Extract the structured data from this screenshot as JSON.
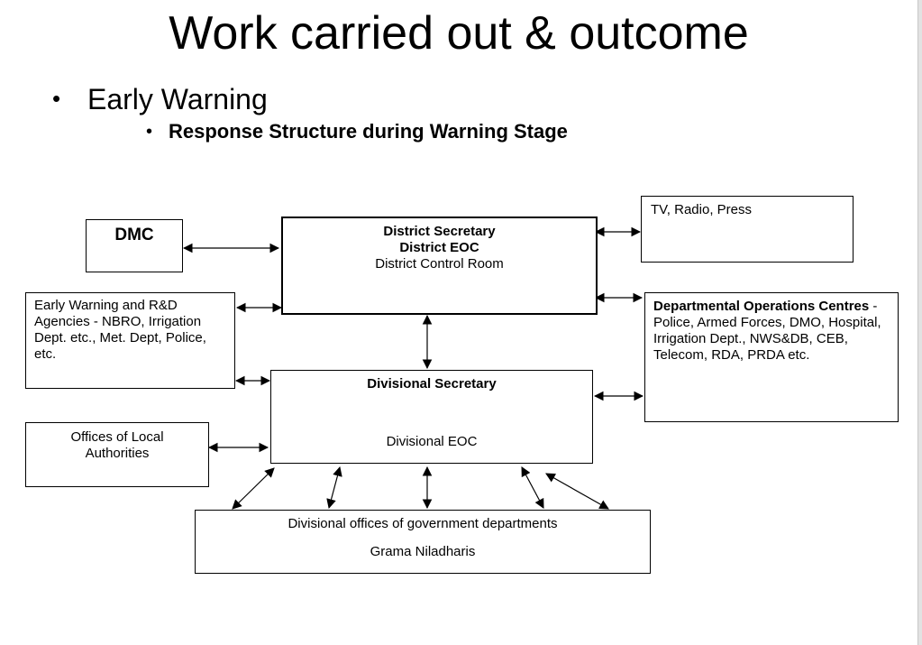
{
  "title": "Work carried out & outcome",
  "bullets": {
    "level1": "Early Warning",
    "level2": "Response Structure during Warning Stage"
  },
  "diagram": {
    "dmc": "DMC",
    "district": {
      "line1": "District Secretary",
      "line2": "District EOC",
      "line3": "District Control Room"
    },
    "media": "TV, Radio, Press",
    "early_warning": "Early Warning and R&D Agencies - NBRO, Irrigation Dept. etc., Met. Dept, Police, etc.",
    "departmental": {
      "bold": "Departmental Operations Centres",
      "rest": " - Police, Armed Forces, DMO,  Hospital, Irrigation Dept., NWS&DB, CEB, Telecom, RDA, PRDA etc."
    },
    "divisional": {
      "line1": "Divisional Secretary",
      "line2": "Divisional EOC"
    },
    "local": "Offices of Local Authorities",
    "bottom": {
      "line1": "Divisional offices of government departments",
      "line2": "Grama Niladharis"
    }
  },
  "colors": {
    "background": "#ffffff",
    "line": "#000000"
  }
}
